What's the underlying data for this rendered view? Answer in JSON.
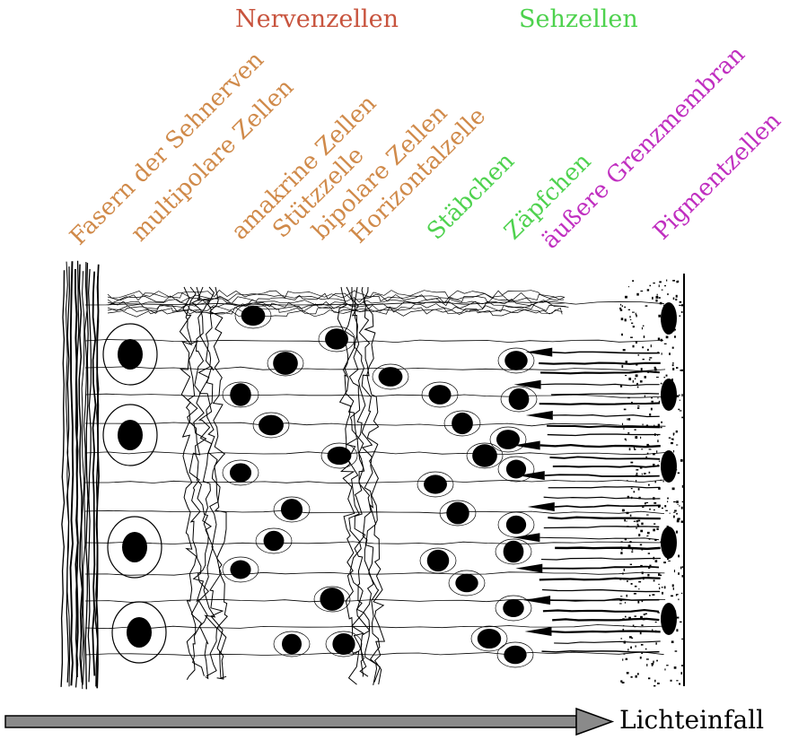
{
  "headers": {
    "nervenzellen": "Nervenzellen",
    "sehzellen": "Sehzellen"
  },
  "labels": [
    {
      "key": "fasern",
      "text": "Fasern der Sehnerven",
      "color": "#d08a4a"
    },
    {
      "key": "multipolare",
      "text": "multipolare Zellen",
      "color": "#d08a4a"
    },
    {
      "key": "amakrine",
      "text": "amakrine Zellen",
      "color": "#d08a4a"
    },
    {
      "key": "stuetz",
      "text": "Stützzelle",
      "color": "#d08a4a"
    },
    {
      "key": "bipolare",
      "text": "bipolare Zellen",
      "color": "#d08a4a"
    },
    {
      "key": "horizontal",
      "text": "Horizontalzelle",
      "color": "#d08a4a"
    },
    {
      "key": "staebchen",
      "text": "Stäbchen",
      "color": "#4ed24e"
    },
    {
      "key": "zaepfchen",
      "text": "Zäpfchen",
      "color": "#4ed24e"
    },
    {
      "key": "grenzmembran",
      "text": "äußere Grenzmembran",
      "color": "#c02fc0"
    },
    {
      "key": "pigment",
      "text": "Pigmentzellen",
      "color": "#c02fc0"
    }
  ],
  "colors": {
    "nervenzellen": "#c8543e",
    "sehzellen": "#4ed24e",
    "nerve_labels": "#d08a4a",
    "membrane_labels": "#c02fc0",
    "arrow": "#8a8a8a"
  },
  "arrow": {
    "label": "Lichteinfall"
  }
}
